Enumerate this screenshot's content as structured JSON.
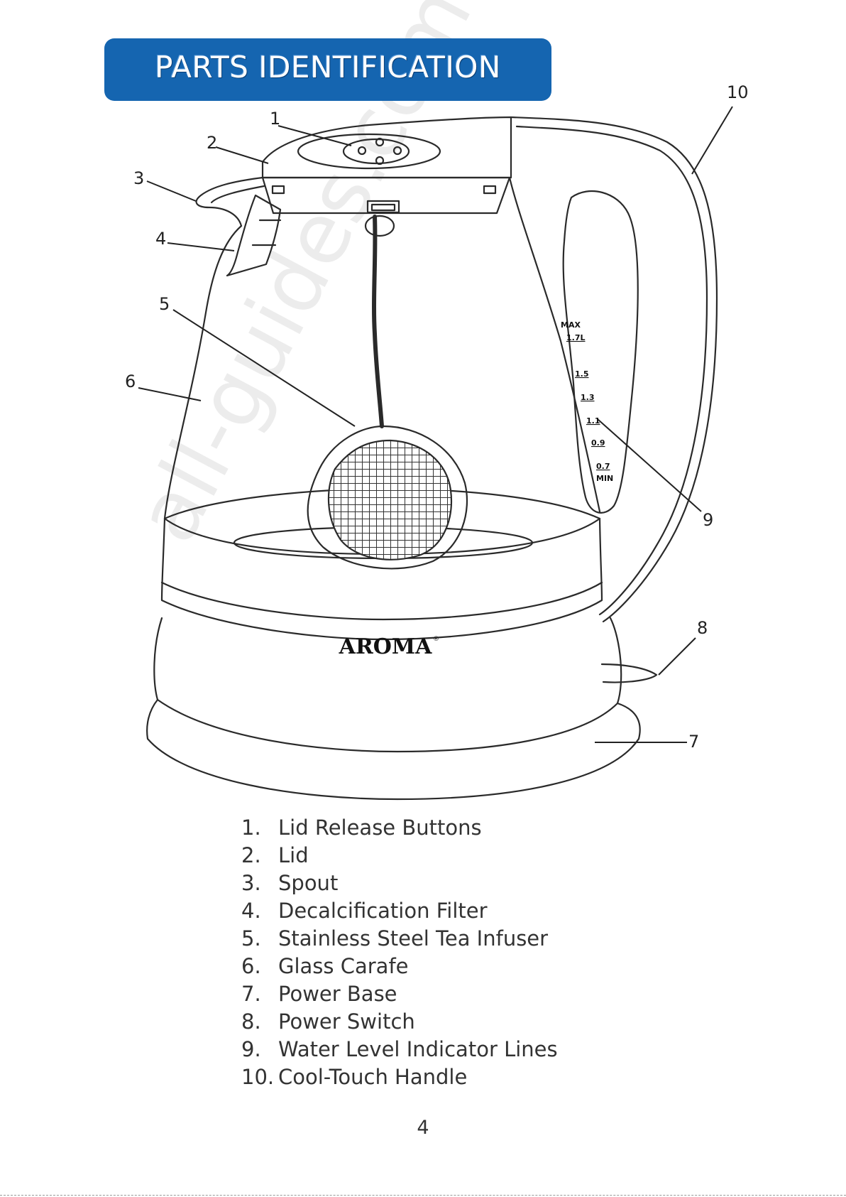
{
  "header": {
    "title": "PARTS IDENTIFICATION"
  },
  "diagram": {
    "brand": "AROMA",
    "brand_mark": "®",
    "scale_marks": [
      "MAX",
      "1.7L",
      "1.5",
      "1.3",
      "1.1",
      "0.9",
      "0.7",
      "MIN"
    ],
    "callouts": [
      "1",
      "2",
      "3",
      "4",
      "5",
      "6",
      "7",
      "8",
      "9",
      "10"
    ]
  },
  "parts": [
    {
      "number": "1.",
      "label": "Lid Release Buttons"
    },
    {
      "number": "2.",
      "label": "Lid"
    },
    {
      "number": "3.",
      "label": "Spout"
    },
    {
      "number": "4.",
      "label": "Decalcification Filter"
    },
    {
      "number": "5.",
      "label": "Stainless Steel Tea Infuser"
    },
    {
      "number": "6.",
      "label": "Glass Carafe"
    },
    {
      "number": "7.",
      "label": "Power Base"
    },
    {
      "number": "8.",
      "label": "Power Switch"
    },
    {
      "number": "9.",
      "label": "Water Level Indicator Lines"
    },
    {
      "number": "10.",
      "label": "Cool-Touch Handle"
    }
  ],
  "page_number": "4",
  "watermark": "all-guides.com"
}
